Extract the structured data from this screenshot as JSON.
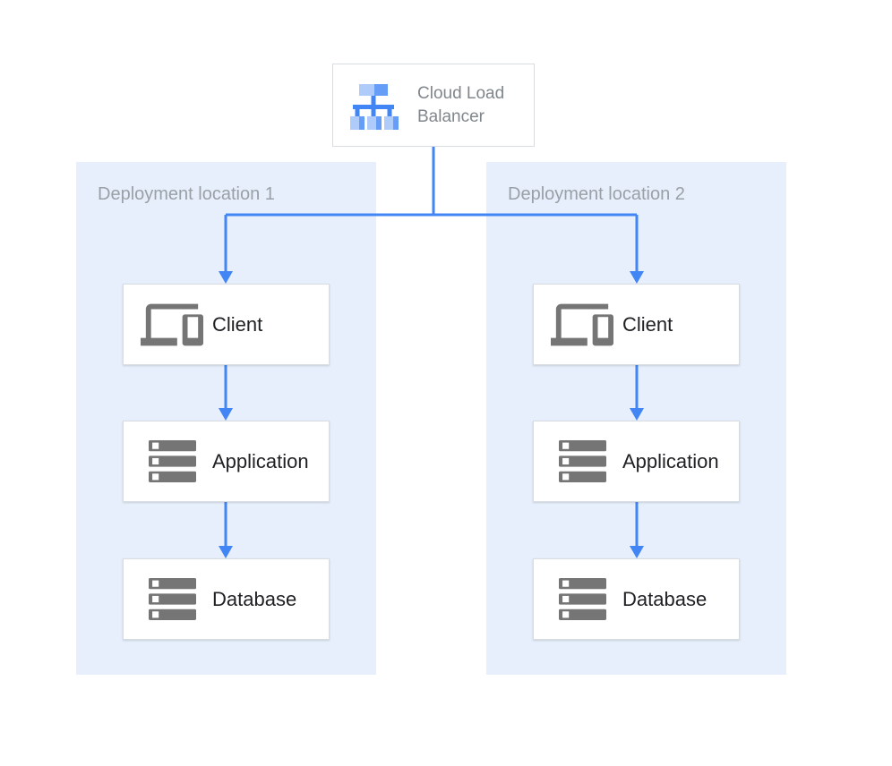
{
  "load_balancer": {
    "label": "Cloud Load Balancer",
    "icon": "cloud-load-balancer-icon"
  },
  "locations": [
    {
      "label": "Deployment location 1",
      "nodes": [
        {
          "label": "Client",
          "icon": "devices-icon"
        },
        {
          "label": "Application",
          "icon": "server-stack-icon"
        },
        {
          "label": "Database",
          "icon": "server-stack-icon"
        }
      ]
    },
    {
      "label": "Deployment location 2",
      "nodes": [
        {
          "label": "Client",
          "icon": "devices-icon"
        },
        {
          "label": "Application",
          "icon": "server-stack-icon"
        },
        {
          "label": "Database",
          "icon": "server-stack-icon"
        }
      ]
    }
  ],
  "colors": {
    "arrow_blue": "#4285f4",
    "panel_background": "#e6effb",
    "panel_label_gray": "#9aa0a6",
    "node_border": "#d9dce0",
    "node_label": "#202124",
    "lb_label_gray": "#80868b",
    "icon_gray": "#757575",
    "lb_icon_light_blue": "#aecbfa",
    "lb_icon_medium_blue": "#669df6"
  }
}
